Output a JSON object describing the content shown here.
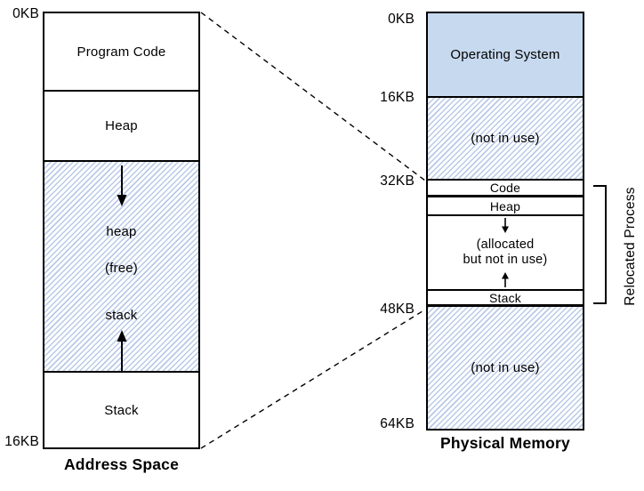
{
  "address_space": {
    "title": "Address Space",
    "axis_labels": {
      "top": "0KB",
      "bottom": "16KB"
    },
    "sections": {
      "program_code": "Program Code",
      "heap": "Heap",
      "free_region": {
        "heap_direction": "heap",
        "free": "(free)",
        "stack_direction": "stack"
      },
      "stack": "Stack"
    }
  },
  "physical_memory": {
    "title": "Physical Memory",
    "axis_labels": [
      "0KB",
      "16KB",
      "32KB",
      "48KB",
      "64KB"
    ],
    "sections": {
      "operating_system": "Operating System",
      "not_in_use_top": "(not in use)",
      "code": "Code",
      "heap": "Heap",
      "allocated_line1": "(allocated",
      "allocated_line2": "but not in use)",
      "stack": "Stack",
      "not_in_use_bottom": "(not in use)"
    }
  },
  "relocated_process_label": "Relocated Process",
  "colors": {
    "os_fill": "#c6d9ef",
    "hatch_stripe": "#b9c9e6",
    "line": "#000000"
  }
}
